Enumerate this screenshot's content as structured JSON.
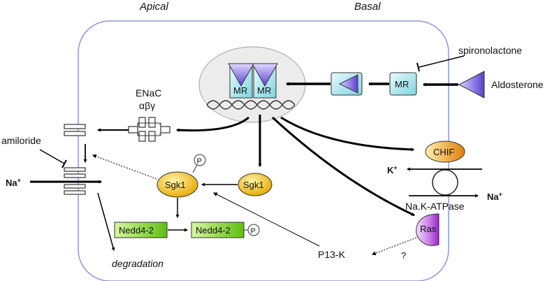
{
  "labels": {
    "apical": "Apical",
    "basal": "Basal",
    "spironolactone": "spironolactone",
    "aldosterone": "Aldosterone",
    "mr": "MR",
    "enac_title": "ENaC",
    "enac_subunits": "αβγ",
    "amiloride": "amiloride",
    "na_left": "Na",
    "na_right": "Na",
    "k": "K",
    "charge_plus": "+",
    "sgk1": "Sgk1",
    "p": "P",
    "nedd": "Nedd4-2",
    "chif": "CHIF",
    "atpase": "Na.K-ATPase",
    "ras": "Ras",
    "p13k": "P13-K",
    "question": "?",
    "degradation": "degradation"
  },
  "colors": {
    "membrane": "#8a97d8",
    "nucleus_fill": "#ececec",
    "receptor_fill": "#b8e8ee",
    "ligand": "#7a62d8",
    "sgk1": "#f2c21a",
    "nedd": "#7dcf14",
    "chif": "#e99a1a",
    "ras": "#b53cd6"
  }
}
